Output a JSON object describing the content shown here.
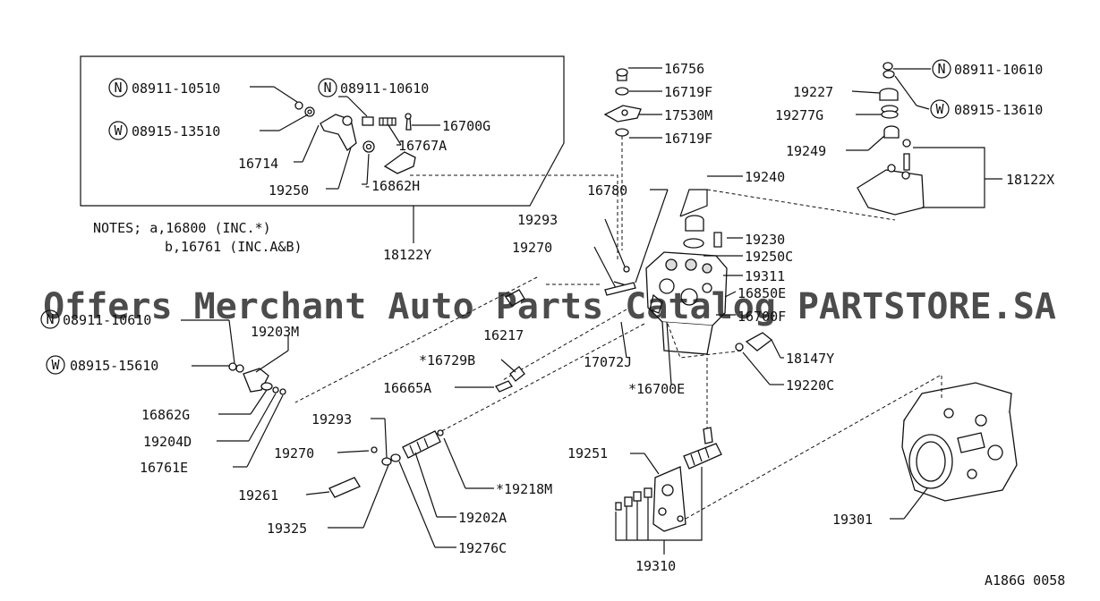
{
  "parts": {
    "p16756": "16756",
    "p16719f_a": "16719F",
    "p17530m": "17530M",
    "p16719f_b": "16719F",
    "p16780": "16780",
    "p19240": "19240",
    "p19293_a": "19293",
    "p19270_a": "19270",
    "p19230": "19230",
    "p19250c": "19250C",
    "p19311": "19311",
    "p16850e": "16850E",
    "p16700f": "16700F",
    "p16217": "16217",
    "p17072j": "17072J",
    "p18147y": "18147Y",
    "p16729b": "*16729B",
    "p16700e": "*16700E",
    "p19220c": "19220C",
    "p16665a": "16665A",
    "p19203m": "19203M",
    "p16862g": "16862G",
    "p19204d": "19204D",
    "p16761e": "16761E",
    "p19293_b": "19293",
    "p19270_b": "19270",
    "p19261": "19261",
    "p19325": "19325",
    "p19218m": "*19218M",
    "p19202a": "19202A",
    "p19276c": "19276C",
    "p19251": "19251",
    "p19310": "19310",
    "p19301": "19301",
    "p19227": "19227",
    "p19277g": "19277G",
    "p19249": "19249",
    "p18122x": "18122X",
    "p16714": "16714",
    "p16700g": "16700G",
    "p16767a": "16767A",
    "p19250": "19250",
    "p16862h": "-16862H",
    "p18122y": "18122Y"
  },
  "fasteners": {
    "inset_nut": {
      "symbol": "N",
      "number": "08911-10510"
    },
    "inset_nut2": {
      "symbol": "N",
      "number": "08911-10610"
    },
    "inset_washer": {
      "symbol": "W",
      "number": "08915-13510"
    },
    "right_nut": {
      "symbol": "N",
      "number": "08911-10610"
    },
    "right_washer": {
      "symbol": "W",
      "number": "08915-13610"
    },
    "left_nut": {
      "symbol": "N",
      "number": "08911-10610"
    },
    "left_washer": {
      "symbol": "W",
      "number": "08915-15610"
    }
  },
  "notes": {
    "line1": "NOTES; a,16800 (INC.*)",
    "line2": "b,16761 (INC.A&B)"
  },
  "watermark": "Offers Merchant Auto Parts Catalog PARTSTORE.SA",
  "ref_code": "A186G 0058"
}
